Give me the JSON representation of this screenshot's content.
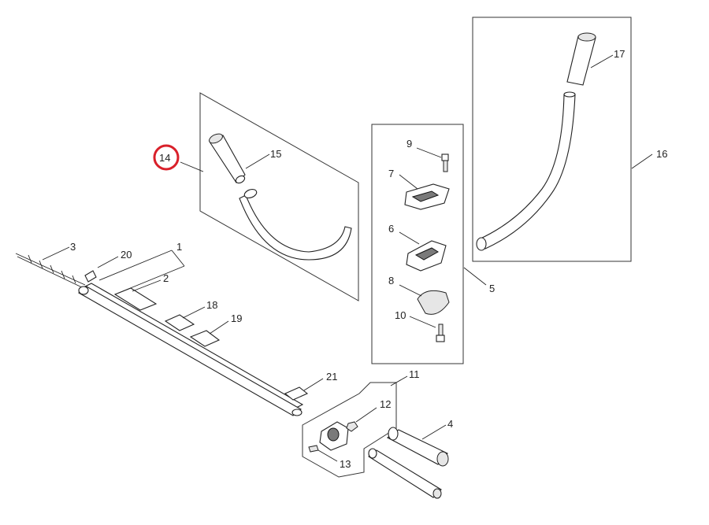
{
  "diagram": {
    "highlight_color": "#d9202a",
    "highlighted_part": "14",
    "parts": {
      "p1": "1",
      "p2": "2",
      "p3": "3",
      "p4": "4",
      "p5": "5",
      "p6": "6",
      "p7": "7",
      "p8": "8",
      "p9": "9",
      "p10": "10",
      "p11": "11",
      "p12": "12",
      "p13": "13",
      "p14": "14",
      "p15": "15",
      "p16": "16",
      "p17": "17",
      "p18": "18",
      "p19": "19",
      "p20": "20",
      "p21": "21"
    }
  }
}
